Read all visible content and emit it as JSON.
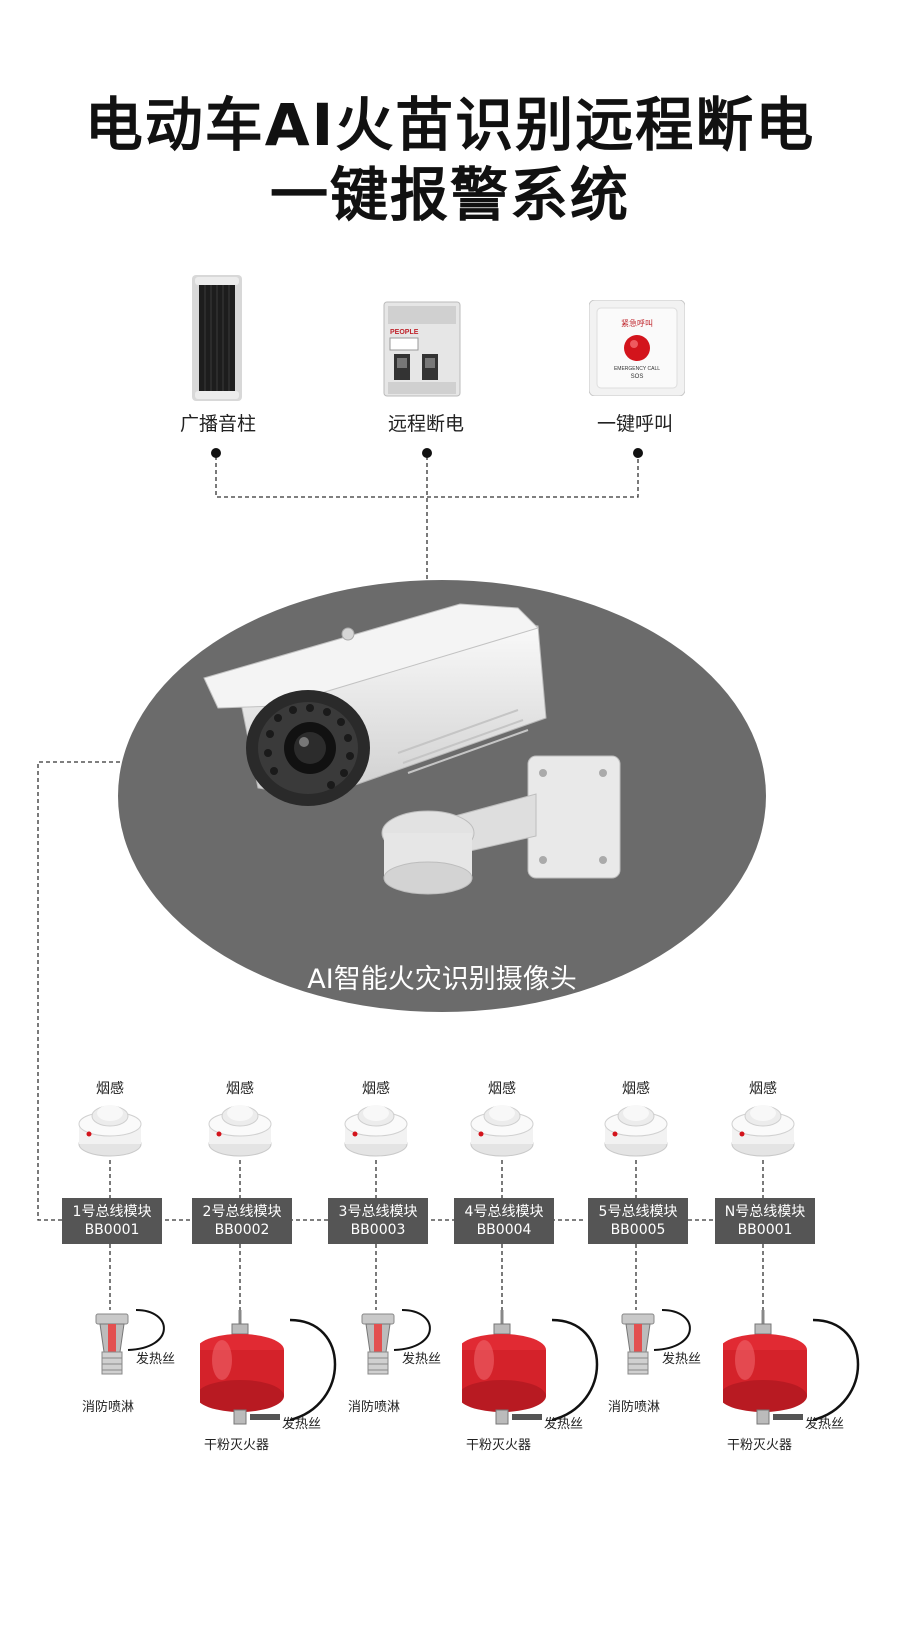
{
  "title": {
    "line1": "电动车AI火苗识别远程断电",
    "line2": "一键报警系统"
  },
  "top_devices": [
    {
      "label": "广播音柱"
    },
    {
      "label": "远程断电"
    },
    {
      "label": "一键呼叫"
    }
  ],
  "breaker_text": "PEOPLE",
  "sos_panel": {
    "top_text": "紧急呼叫",
    "bottom_text": "EMERGENCY CALL",
    "sos": "SOS"
  },
  "camera": {
    "label": "AI智能火灾识别摄像头"
  },
  "smoke_label": "烟感",
  "modules": [
    {
      "name": "1号总线模块",
      "code": "BB0001",
      "device": "sprinkler"
    },
    {
      "name": "2号总线模块",
      "code": "BB0002",
      "device": "extinguisher"
    },
    {
      "name": "3号总线模块",
      "code": "BB0003",
      "device": "sprinkler"
    },
    {
      "name": "4号总线模块",
      "code": "BB0004",
      "device": "extinguisher"
    },
    {
      "name": "5号总线模块",
      "code": "BB0005",
      "device": "sprinkler"
    },
    {
      "name": "N号总线模块",
      "code": "BB0001",
      "device": "extinguisher"
    }
  ],
  "labels": {
    "sprinkler": "消防喷淋",
    "extinguisher": "干粉灭火器",
    "heat_wire": "发热丝"
  },
  "colors": {
    "module_bg": "#555555",
    "ellipse": "#6b6b6b",
    "extinguisher_red": "#d4222a"
  }
}
